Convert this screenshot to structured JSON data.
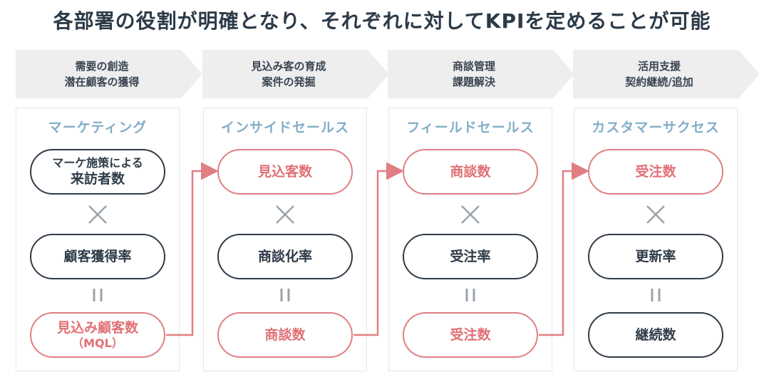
{
  "title": "各部署の役割が明確となり、それぞれに対してKPIを定めることが可能",
  "colors": {
    "dark": "#2f3b48",
    "accent_red": "#e07f83",
    "column_title": "#82aec6",
    "chevron_bg": "#eeeeee"
  },
  "icons": {
    "times": "times-icon",
    "equals": "equals-icon",
    "arrow": "arrow-right-icon"
  },
  "stages": [
    {
      "line1": "需要の創造",
      "line2": "潜在顧客の獲得"
    },
    {
      "line1": "見込み客の育成",
      "line2": "案件の発掘"
    },
    {
      "line1": "商談管理",
      "line2": "課題解決"
    },
    {
      "line1": "活用支援",
      "line2": "契約継続/追加"
    }
  ],
  "columns": [
    {
      "name": "マーケティング",
      "top_line1": "マーケ施策による",
      "top_line2": "来訪者数",
      "middle": "顧客獲得率",
      "bottom_line1": "見込み顧客数",
      "bottom_line2": "（MQL）"
    },
    {
      "name": "インサイドセールス",
      "top": "見込客数",
      "middle": "商談化率",
      "bottom": "商談数"
    },
    {
      "name": "フィールドセールス",
      "top": "商談数",
      "middle": "受注率",
      "bottom": "受注数"
    },
    {
      "name": "カスタマーサクセス",
      "top": "受注数",
      "middle": "更新率",
      "bottom": "継続数"
    }
  ]
}
